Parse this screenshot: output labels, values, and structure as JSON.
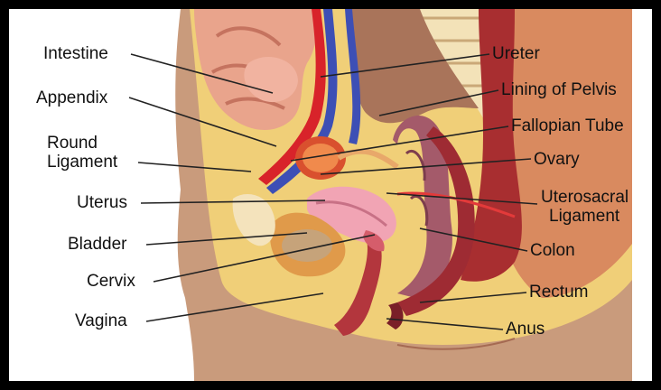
{
  "labels_left": {
    "intestine": "Intestine",
    "appendix": "Appendix",
    "round_ligament_1": "Round",
    "round_ligament_2": "Ligament",
    "uterus": "Uterus",
    "bladder": "Bladder",
    "cervix": "Cervix",
    "vagina": "Vagina"
  },
  "labels_right": {
    "ureter": "Ureter",
    "lining_of_pelvis": "Lining of Pelvis",
    "fallopian_tube": "Fallopian Tube",
    "ovary": "Ovary",
    "uterosacral_1": "Uterosacral",
    "uterosacral_2": "Ligament",
    "colon": "Colon",
    "rectum": "Rectum",
    "anus": "Anus"
  },
  "colors": {
    "frame": "#000000",
    "skin": "#c59a7a",
    "fat": "#f1d27a",
    "muscle": "#b63a3c",
    "organ_pink": "#e69aa6",
    "artery": "#d8232a",
    "vein": "#3e4fb8",
    "leader_line": "#222222"
  }
}
